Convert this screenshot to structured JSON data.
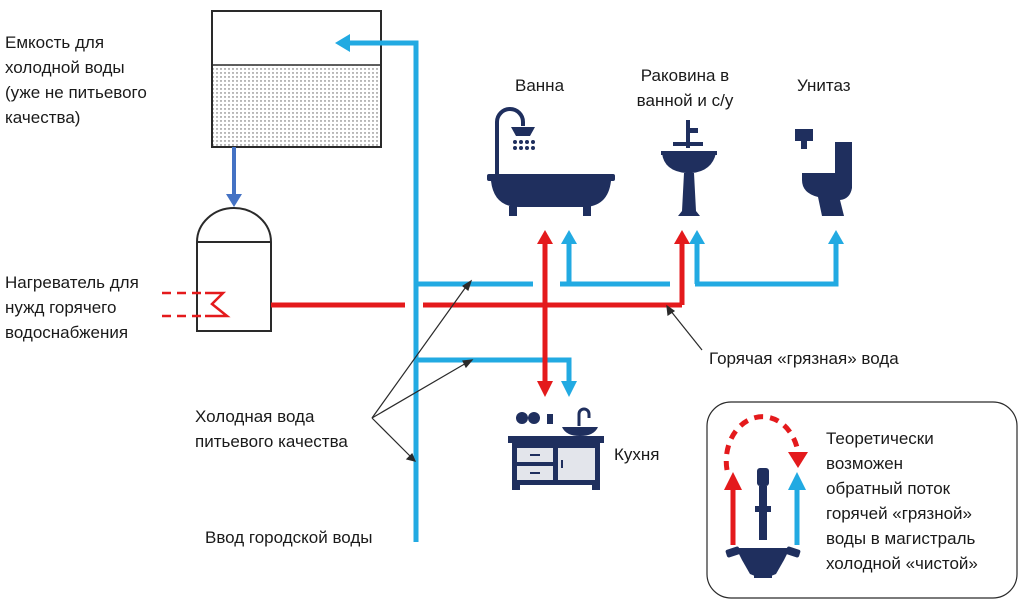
{
  "labels": {
    "tank": "Емкость для\nхолодной воды\n(уже не питьевого\nкачества)",
    "heater": "Нагреватель для\nнужд горячего\nводоснабжения",
    "cold_potable": "Холодная вода\nпитьевого качества",
    "city_input": "Ввод городской воды",
    "bath": "Ванна",
    "sink": "Раковина в\nванной и с/у",
    "toilet": "Унитаз",
    "kitchen": "Кухня",
    "hot_dirty": "Горячая «грязная» вода",
    "note": "Теоретически\nвозможен\nобратный поток\nгорячей «грязной»\nводы в магистраль\nхолодной «чистой»"
  },
  "colors": {
    "cold": "#22aae2",
    "hot": "#e41a1c",
    "fixture": "#1f2f5e",
    "tank_feed": "#4472c4"
  },
  "icons": [
    "shower-bath-icon",
    "basin-tap-icon",
    "toilet-icon",
    "kitchen-cabinet-icon",
    "mixer-tap-icon"
  ]
}
